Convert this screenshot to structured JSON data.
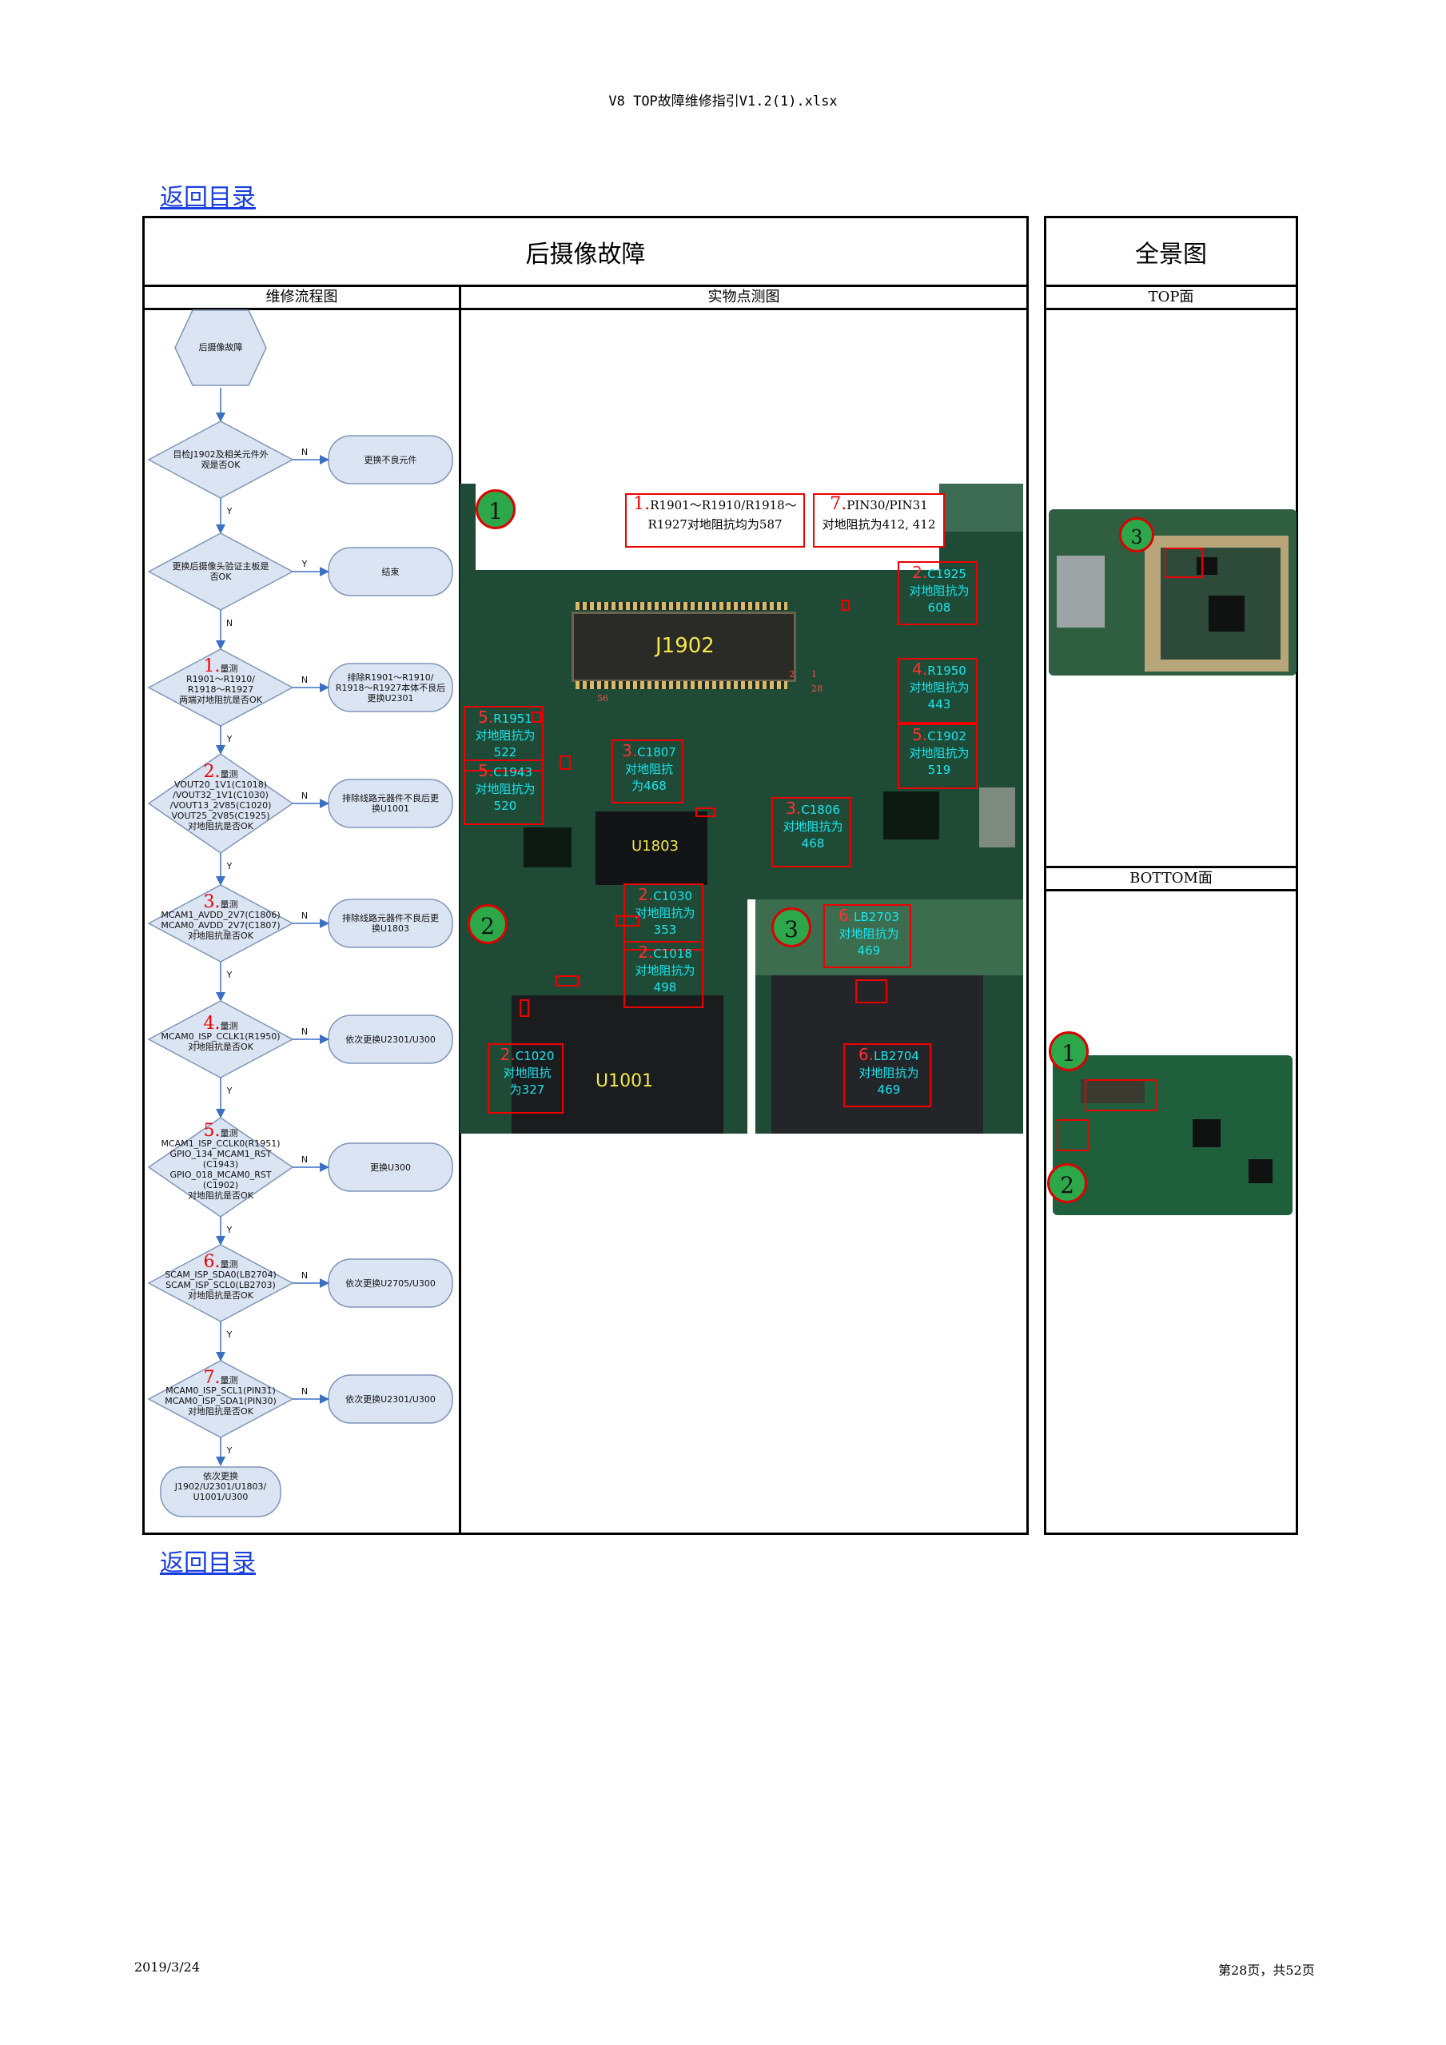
{
  "header": {
    "filename": "V8 TOP故障维修指引V1.2(1).xlsx"
  },
  "links": {
    "back_top": "返回目录",
    "back_bottom": "返回目录"
  },
  "main": {
    "title": "后摄像故障",
    "col_flow": "维修流程图",
    "col_photo": "实物点测图"
  },
  "panorama": {
    "title": "全景图",
    "top_label": "TOP面",
    "bottom_label": "BOTTOM面",
    "top_marks": [
      "3"
    ],
    "bottom_marks": [
      "1",
      "2"
    ]
  },
  "flow": {
    "start": "后摄像故障",
    "steps": [
      {
        "num": "",
        "cond": "目检J1902及相关元件外\n观是否OK",
        "action": "更换不良元件",
        "branch": "N"
      },
      {
        "num": "",
        "cond": "更换后摄像头验证主板是\n否OK",
        "action": "结束",
        "branch": "Y"
      },
      {
        "num": "1.",
        "cond": "量测\nR1901～R1910/\nR1918～R1927\n两端对地阻抗是否OK",
        "action": "排除R1901～R1910/\nR1918～R1927本体不良后\n更换U2301",
        "branch": "N"
      },
      {
        "num": "2.",
        "cond": "量测\nVOUT20_1V1(C1018)\n/VOUT32_1V1(C1030)\n/VOUT13_2V85(C1020)\nVOUT25_2V85(C1925)\n对地阻抗是否OK",
        "action": "排除线路元器件不良后更\n换U1001",
        "branch": "N"
      },
      {
        "num": "3.",
        "cond": "量测\nMCAM1_AVDD_2V7(C1806)\nMCAM0_AVDD_2V7(C1807)\n对地阻抗是否OK",
        "action": "排除线路元器件不良后更\n换U1803",
        "branch": "N"
      },
      {
        "num": "4.",
        "cond": "量测\nMCAM0_ISP_CCLK1(R1950)\n对地阻抗是否OK",
        "action": "依次更换U2301/U300",
        "branch": "N"
      },
      {
        "num": "5.",
        "cond": "量测\nMCAM1_ISP_CCLK0(R1951)\nGPIO_134_MCAM1_RST\n(C1943)\nGPIO_018_MCAM0_RST\n(C1902)\n对地阻抗是否OK",
        "action": "更换U300",
        "branch": "N"
      },
      {
        "num": "6.",
        "cond": "量测\nSCAM_ISP_SDA0(LB2704)\nSCAM_ISP_SCL0(LB2703)\n对地阻抗是否OK",
        "action": "依次更换U2705/U300",
        "branch": "N"
      },
      {
        "num": "7.",
        "cond": "量测\nMCAM0_ISP_SCL1(PIN31)\nMCAM0_ISP_SDA1(PIN30)\n对地阻抗是否OK",
        "action": "依次更换U2301/U300",
        "branch": "N"
      }
    ],
    "end": "依次更换\nJ1902/U2301/U1803/\nU1001/U300",
    "yes": "Y",
    "no": "N"
  },
  "photo": {
    "circles": [
      "1",
      "2",
      "3"
    ],
    "chips": {
      "connector": "J1902",
      "u1803": "U1803",
      "u1001": "U1001"
    },
    "callouts": [
      {
        "num": "1.",
        "text": "R1901～R1910/R1918～\nR1927对地阻抗均为587"
      },
      {
        "num": "7.",
        "text": "PIN30/PIN31\n对地阻抗为412, 412"
      }
    ],
    "labels": [
      {
        "num": "2.",
        "ref": "C1925",
        "text": "对地阻抗为\n608"
      },
      {
        "num": "4.",
        "ref": "R1950",
        "text": "对地阻抗为\n443"
      },
      {
        "num": "5.",
        "ref": "C1902",
        "text": "对地阻抗为\n519"
      },
      {
        "num": "5.",
        "ref": "R1951",
        "text": "对地阻抗为\n522"
      },
      {
        "num": "5.",
        "ref": "C1943",
        "text": "对地阻抗为\n520"
      },
      {
        "num": "3.",
        "ref": "C1807",
        "text": "对地阻抗\n为468"
      },
      {
        "num": "3.",
        "ref": "C1806",
        "text": "对地阻抗为\n468"
      },
      {
        "num": "2.",
        "ref": "C1030",
        "text": "对地阻抗为\n353"
      },
      {
        "num": "2.",
        "ref": "C1018",
        "text": "对地阻抗为\n498"
      },
      {
        "num": "2.",
        "ref": "C1020",
        "text": "对地阻抗\n为327"
      },
      {
        "num": "6.",
        "ref": "LB2703",
        "text": "对地阻抗为\n469"
      },
      {
        "num": "6.",
        "ref": "LB2704",
        "text": "对地阻抗为\n469"
      }
    ],
    "pins": [
      "56",
      "28",
      "2",
      "1"
    ]
  },
  "footer": {
    "date": "2019/3/24",
    "page": "第28页，共52页"
  },
  "colors": {
    "link": "#1a3fe0",
    "flow_fill": "#dbe4f2",
    "flow_stroke": "#7f95b8",
    "arrow": "#3b6fc2",
    "mark": "#e00000",
    "pcb_text": "#19e6f0"
  }
}
